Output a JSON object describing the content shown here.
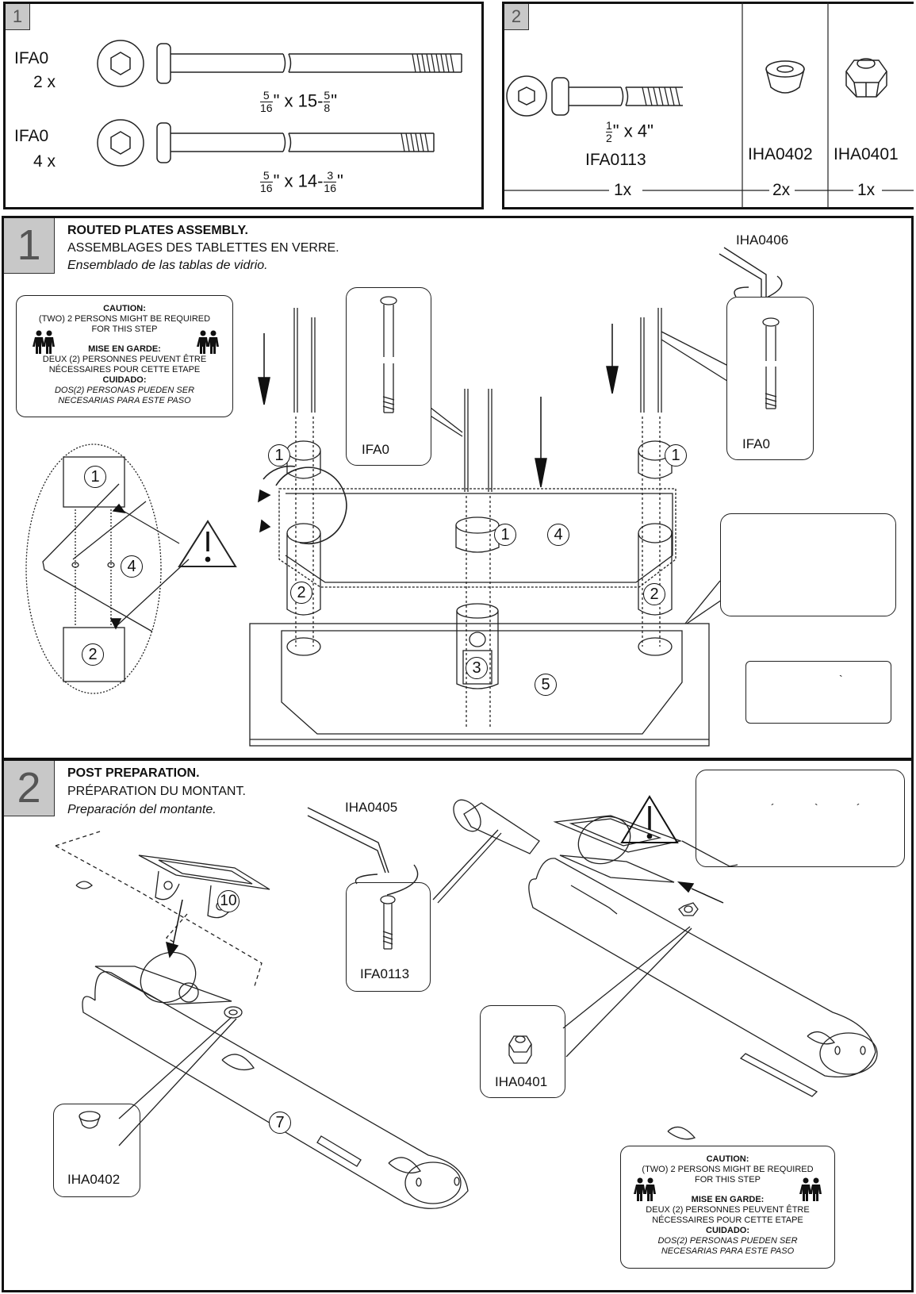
{
  "parts_box_1": {
    "number": "1",
    "rows": [
      {
        "code": "IFA0",
        "qty": "2 x",
        "size_prefix_num": "5",
        "size_prefix_den": "16",
        "size_mid": "\" x 15-",
        "size_suffix_num": "5",
        "size_suffix_den": "8",
        "size_end": "\""
      },
      {
        "code": "IFA0",
        "qty": "4 x",
        "size_prefix_num": "5",
        "size_prefix_den": "16",
        "size_mid": "\" x 14-",
        "size_suffix_num": "3",
        "size_suffix_den": "16",
        "size_end": "\""
      }
    ]
  },
  "parts_box_2": {
    "number": "2",
    "bolt": {
      "size_num": "1",
      "size_den": "2",
      "size_rest": "\" x 4\"",
      "code": "IFA0113",
      "qty": "1x"
    },
    "washer": {
      "code": "IHA0402",
      "qty": "2x"
    },
    "nut": {
      "code": "IHA0401",
      "qty": "1x"
    }
  },
  "step1": {
    "number": "1",
    "title_en": "ROUTED PLATES ASSEMBLY.",
    "title_fr": "ASSEMBLAGES DES TABLETTES EN VERRE.",
    "title_es": "Ensemblado de las tablas de vidrio.",
    "caution": {
      "h_en": "CAUTION:",
      "en1": "(TWO) 2 PERSONS MIGHT BE REQUIRED",
      "en2": "FOR THIS STEP",
      "h_fr": "MISE EN GARDE:",
      "fr1": "DEUX (2) PERSONNES PEUVENT ÊTRE",
      "fr2": "NÉCESSAIRES POUR CETTE ETAPE",
      "h_es": "CUIDADO:",
      "es1": "DOS(2) PERSONAS PUEDEN SER",
      "es2": "NECESARIAS PARA ESTE PASO"
    },
    "tool_code": "IHA0406",
    "callout_left_code": "IFA0",
    "callout_right_code": "IFA0",
    "part_numbers": [
      "1",
      "2",
      "3",
      "4",
      "5"
    ],
    "small_mark": "`"
  },
  "step2": {
    "number": "2",
    "title_en": "POST PREPARATION.",
    "title_fr": "PRÉPARATION DU MONTANT.",
    "title_es": "Preparación del montante.",
    "tool_code": "IHA0405",
    "bolt_code": "IFA0113",
    "nut_code": "IHA0401",
    "washer_code": "IHA0402",
    "bracket_number": "10",
    "post_number": "7",
    "marks": [
      "´",
      "`",
      "´"
    ],
    "caution": {
      "h_en": "CAUTION:",
      "en1": "(TWO) 2 PERSONS MIGHT BE REQUIRED",
      "en2": "FOR THIS STEP",
      "h_fr": "MISE EN GARDE:",
      "fr1": "DEUX (2) PERSONNES PEUVENT ÊTRE",
      "fr2": "NÉCESSAIRES POUR CETTE ETAPE",
      "h_es": "CUIDADO:",
      "es1": "DOS(2) PERSONAS PUEDEN SER",
      "es2": "NECESARIAS PARA ESTE PASO"
    }
  }
}
